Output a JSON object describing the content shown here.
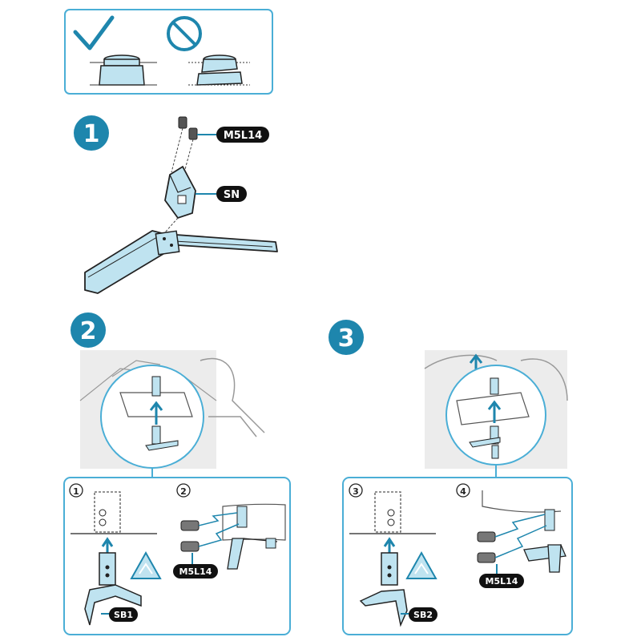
{
  "colors": {
    "accent": "#1e86ad",
    "accent_light": "#bfe3f0",
    "line": "#222222",
    "grey_scene": "#ececec",
    "panel_border": "#4aaed6"
  },
  "steps": [
    {
      "number": "1"
    },
    {
      "number": "2"
    },
    {
      "number": "3"
    }
  ],
  "labels": {
    "screw_top": "M5L14",
    "bracket": "SN",
    "sub_1": "1",
    "sub_2": "2",
    "sub_3": "3",
    "sub_4": "4",
    "stand_left": "SB1",
    "stand_right": "SB2",
    "screw_left": "M5L14",
    "screw_right": "M5L14"
  },
  "icons": [
    "check-icon",
    "prohibited-icon",
    "pinch-warning-icon",
    "upward-arrow-icon"
  ]
}
